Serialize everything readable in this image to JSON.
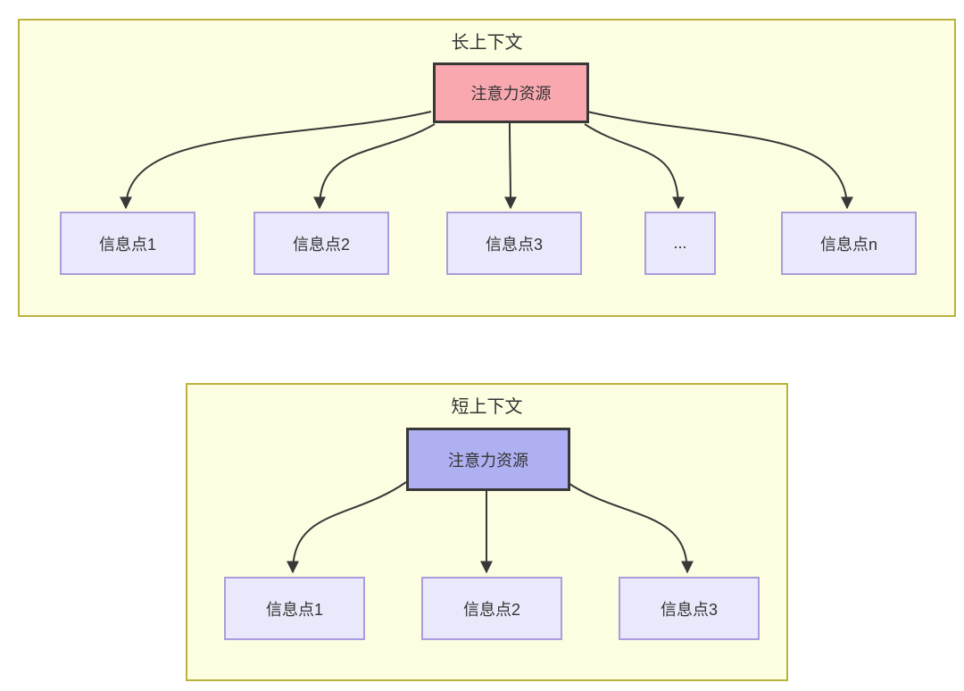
{
  "diagram": {
    "panels": [
      {
        "title": "长上下文",
        "root": {
          "label": "注意力资源",
          "fill": "#f9a8b0"
        },
        "children": [
          {
            "label": "信息点1"
          },
          {
            "label": "信息点2"
          },
          {
            "label": "信息点3"
          },
          {
            "label": "..."
          },
          {
            "label": "信息点n"
          }
        ]
      },
      {
        "title": "短上下文",
        "root": {
          "label": "注意力资源",
          "fill": "#afb0f1"
        },
        "children": [
          {
            "label": "信息点1"
          },
          {
            "label": "信息点2"
          },
          {
            "label": "信息点3"
          }
        ]
      }
    ],
    "colors": {
      "panel_fill": "#fdfde1",
      "panel_border": "#b9b23c",
      "long_root_fill": "#f9a8b0",
      "short_root_fill": "#afb0f1",
      "child_fill": "#e9e9fb",
      "child_border": "#ab9cdb",
      "arrow": "#383838",
      "text": "#333333"
    }
  }
}
